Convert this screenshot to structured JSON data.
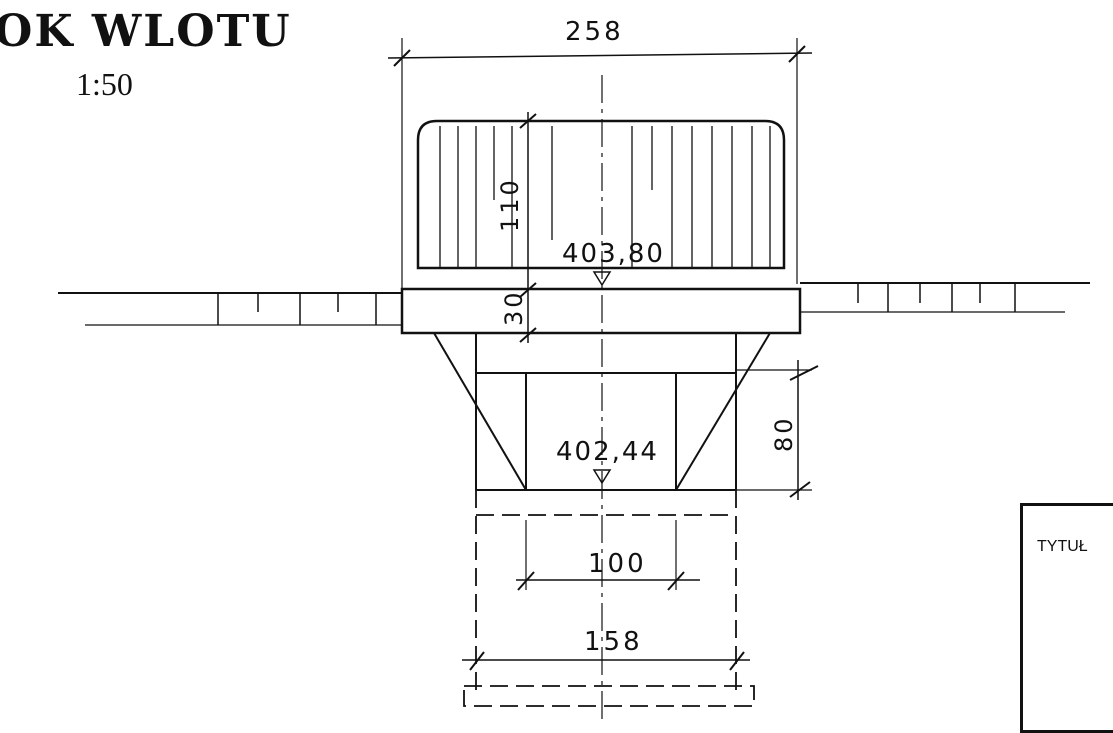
{
  "drawing": {
    "title": "OK WLOTU",
    "scale": "1:50",
    "title_block_label": "TYTUŁ"
  },
  "dimensions": {
    "width_top": "258",
    "height_upper": "110",
    "height_slab": "30",
    "height_lower": "80",
    "width_inner": "100",
    "width_outer": "158"
  },
  "elevations": {
    "upper": "403,80",
    "lower": "402,44"
  },
  "colors": {
    "ink": "#111111",
    "paper": "#ffffff"
  }
}
